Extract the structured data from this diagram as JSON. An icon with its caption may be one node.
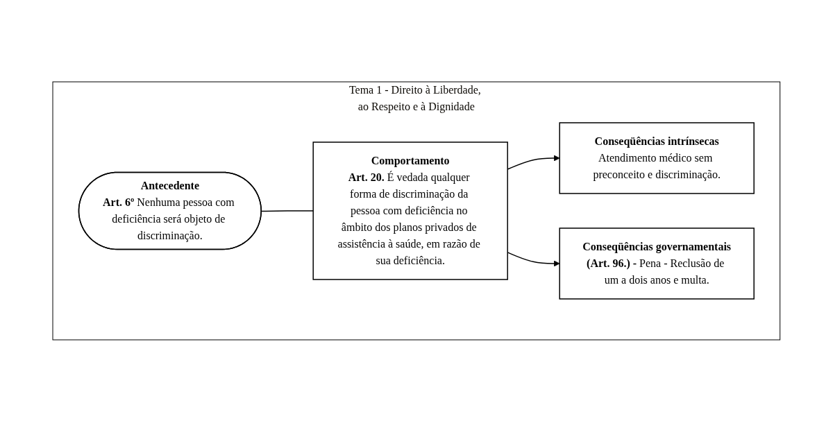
{
  "diagram": {
    "nodes": [
      {
        "text": [
          "Tema 1 - Direito à Liberdade, ao Respeito e à Dignidade"
        ]
      },
      {
        "text": [
          "Antecedente",
          "**Art. 6º** Nenhuma pessoa com deficiência será objeto de discriminação."
        ],
        "in": 0
      },
      {
        "text": [
          "Comportamento",
          "**Art. 20.** É vedada qualquer forma de discriminação da pessoa com deficiência no âmbito dos planos privados de assistência à saúde, em razão de sua deficiência."
        ],
        "in": 0
      },
      {
        "text": [
          "Conseqüências intrínsecas",
          "Atendimento médico sem preconceito e discriminação."
        ],
        "in": 0
      },
      {
        "text": [
          "Conseqüências governamentais",
          "**(Art. 96.) -** Pena - Reclusão de um a dois anos e multa."
        ],
        "in": 0
      }
    ],
    "edges": [
      {
        "from": 1,
        "to": 2,
        "arrow": "none"
      },
      {
        "from": 2,
        "to": 3,
        "arrow": "to"
      },
      {
        "from": 2,
        "to": 4,
        "arrow": "to"
      }
    ]
  }
}
